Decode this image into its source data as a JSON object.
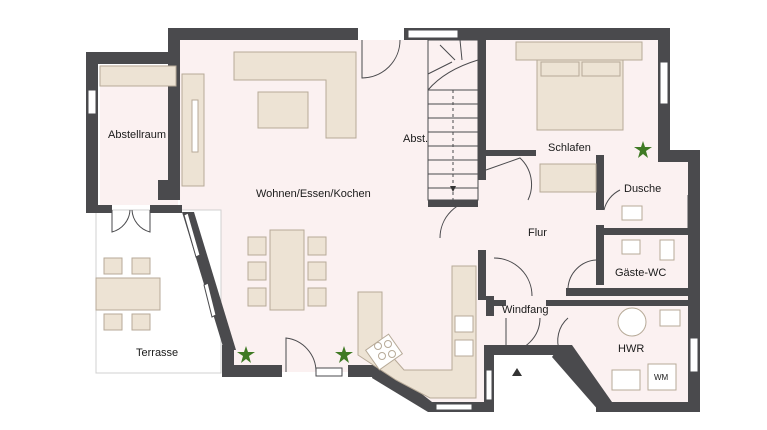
{
  "plan": {
    "rooms": {
      "abstellraum": "Abstellraum",
      "wohnen": "Wohnen/Essen/Kochen",
      "abst": "Abst.",
      "schlafen": "Schlafen",
      "dusche": "Dusche",
      "flur": "Flur",
      "gaeste_wc": "Gäste-WC",
      "windfang": "Windfang",
      "hwr": "HWR",
      "terrasse": "Terrasse"
    },
    "appliances": {
      "wm": "WM"
    },
    "colors": {
      "wall": "#4a4a4d",
      "floor": "#fbf1f1",
      "terrace": "#ffffff",
      "furniture": "#ede3d4",
      "furniture_stroke": "#b7aa98",
      "plant": "#3f7a24"
    }
  }
}
